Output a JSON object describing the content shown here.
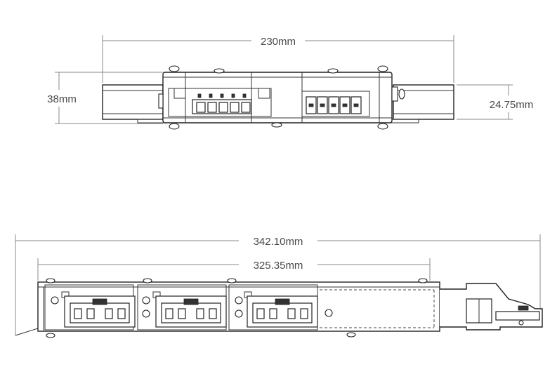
{
  "dimensions": {
    "top_width": "230mm",
    "top_height": "38mm",
    "top_bracket_height": "24.75mm",
    "side_overall_length": "342.10mm",
    "side_body_length": "325.35mm"
  }
}
